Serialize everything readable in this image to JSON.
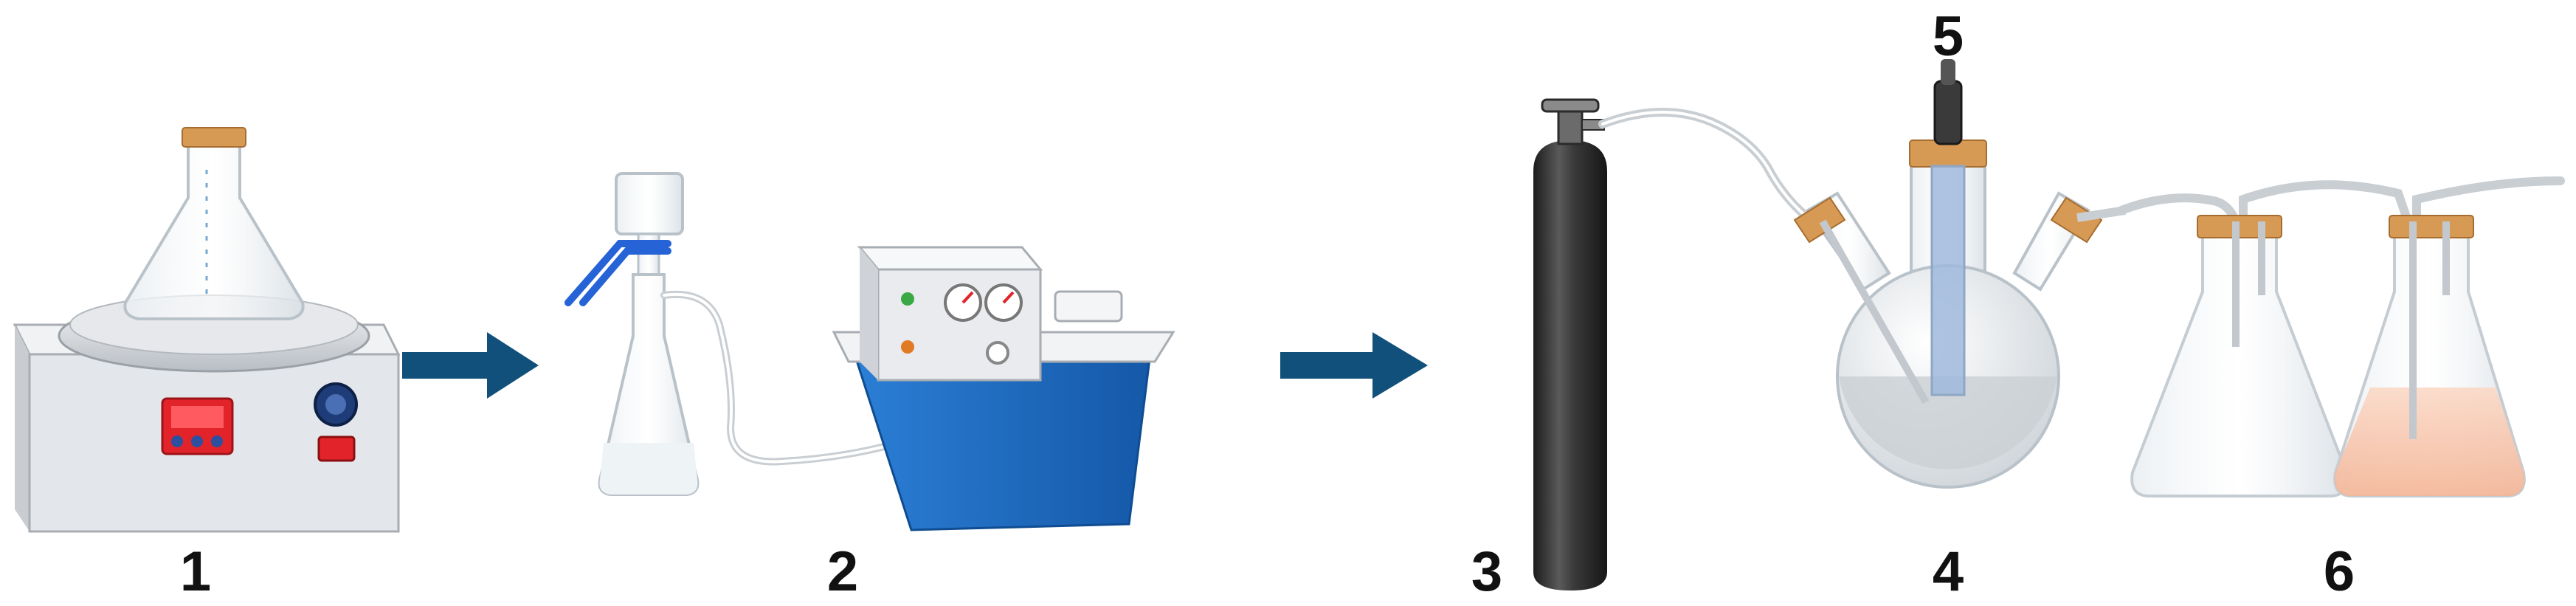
{
  "diagram": {
    "labels": {
      "stirrer": "1",
      "vacuum_filtration": "2",
      "gas_cylinder": "3",
      "three_neck_flask": "4",
      "thermometer": "5",
      "wash_bottles": "6"
    },
    "colors": {
      "arrow": "#10507a",
      "cylinder": "#3d3d3d",
      "cork": "#d79a55",
      "water_bath": "#1f72c9",
      "stirrer_body": "#e3e6ea",
      "display": "#e2232a",
      "solution_pink": "#f6c6ae"
    }
  }
}
